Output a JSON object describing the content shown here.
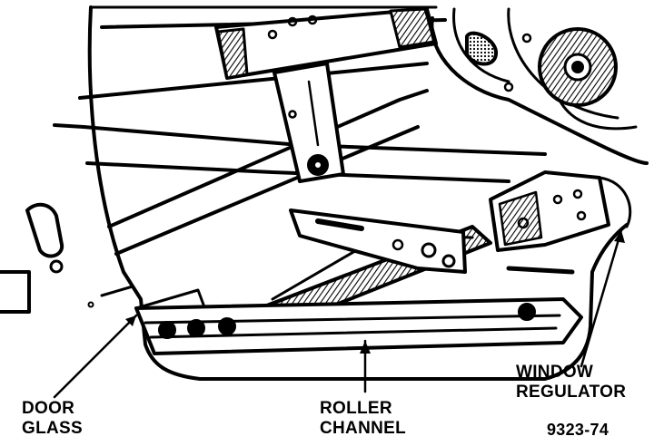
{
  "callouts": {
    "door_glass": {
      "line1": "DOOR",
      "line2": "GLASS"
    },
    "roller_channel": {
      "line1": "ROLLER",
      "line2": "CHANNEL"
    },
    "window_regulator": {
      "line1": "WINDOW",
      "line2": "REGULATOR"
    }
  },
  "figure_number": "9323-74",
  "colors": {
    "ink": "#000000",
    "paper": "#ffffff"
  }
}
